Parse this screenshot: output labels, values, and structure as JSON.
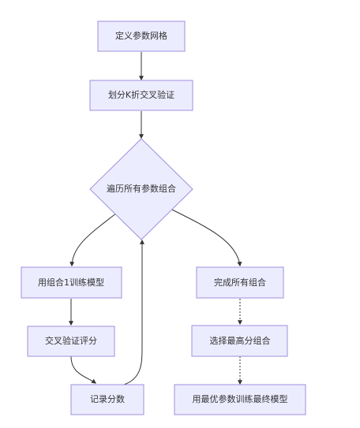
{
  "diagram": {
    "nodes": {
      "define_grid": "定义参数网格",
      "kfold_split": "划分K折交叉验证",
      "iterate_params": "遍历所有参数组合",
      "train_combo": "用组合1训练模型",
      "cv_score": "交叉验证评分",
      "record_score": "记录分数",
      "done_all": "完成所有组合",
      "select_best": "选择最高分组合",
      "train_final": "用最优参数训练最终模型"
    },
    "colors": {
      "node_fill": "#ECECFF",
      "node_stroke": "#9F8FDB",
      "edge": "#333333",
      "text": "#333333"
    }
  }
}
